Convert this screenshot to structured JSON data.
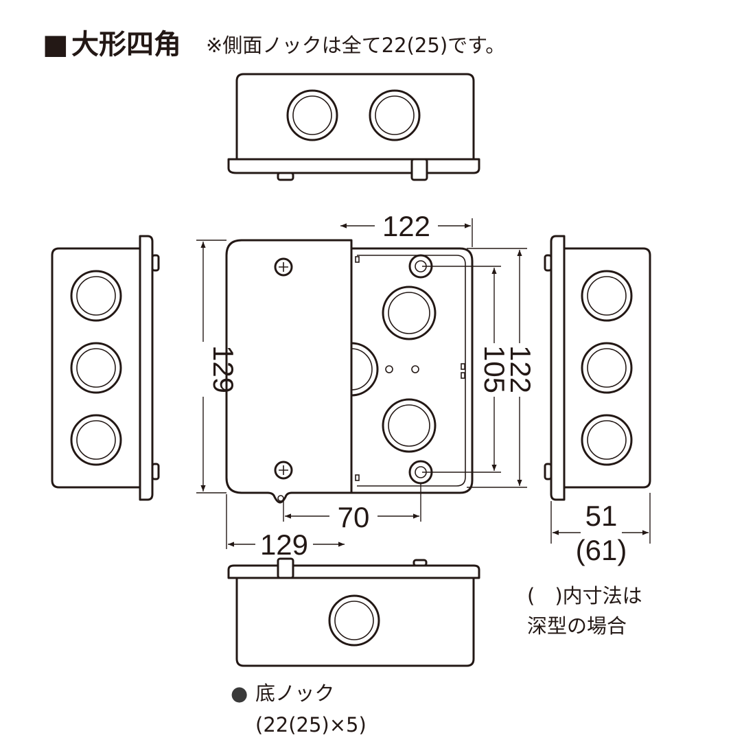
{
  "title": {
    "square_mark": "■",
    "main": "大形四角",
    "note": "※側面ノックは全て22(25)です。"
  },
  "dimensions": {
    "top_width": "122",
    "left_height": "129",
    "inner_height": "105",
    "right_height": "122",
    "screw_pitch": "70",
    "cover_width": "129",
    "depth": "51",
    "depth_deep": "(61)"
  },
  "legend": {
    "paren_line1": "(　)内寸法は",
    "paren_line2": "深型の場合"
  },
  "bottom_knock": {
    "bullet": "●",
    "label": "底ノック",
    "spec": "(22(25)×5)"
  }
}
